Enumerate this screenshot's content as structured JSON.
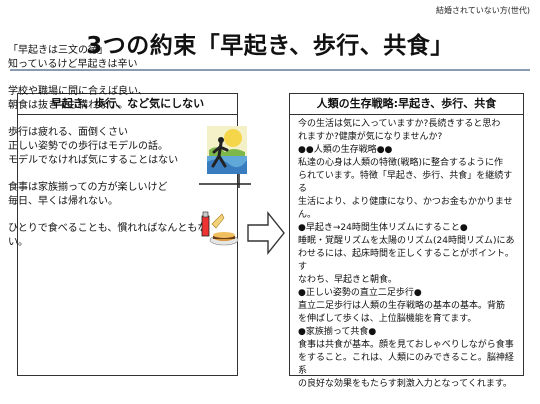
{
  "header_note": "結婚されていない方(世代)",
  "title": "3つの約束「早起き、歩行、共食」",
  "left": {
    "heading": "早起き、歩行、など気にしない",
    "lines": [
      "「早起きは三文の徳」",
      "知っているけど早起きは辛い",
      "",
      "学校や職場に間に合えば良い、",
      "朝食は抜きでも構わない。",
      "",
      "歩行は疲れる、面倒くさい",
      "正しい姿勢での歩行はモデルの話。",
      "モデルでなければ気にすることはない",
      "",
      "食事は家族揃っての方が楽しいけど",
      "毎日、早くは帰れない。",
      "",
      "ひとりで食べることも、慣れればなんともない。"
    ]
  },
  "right": {
    "heading": "人類の生存戦略:早起き、歩行、共食",
    "lines": [
      "今の生活は気に入っていますか?長続きすると思わ",
      "れますか?健康が気になりませんか?",
      "●●人類の生存戦略●●",
      "私達の心身は人類の特徴(戦略)に整合するように作",
      "られています。特徴「早起き、歩行、共食」を継続する",
      "生活により、より健康になり、かつお金もかかりません。",
      "●早起き→24時間生体リズムにすること●",
      "睡眠・覚醒リズムを太陽のリズム(24時間リズム)にあ",
      "わせるには、起床時間を正しくすることがポイント。す",
      "なわち、早起きと朝食。",
      "●正しい姿勢の直立二足歩行●",
      "直立二足歩行は人類の生存戦略の基本の基本。背筋",
      "を伸ばして歩くは、上位脳機能を育てます。",
      "●家族揃って共食●",
      "食事は共食が基本。顔を見ておしゃべりしながら食事",
      "をすること。これは、人類にのみできること。脳神経系",
      "の良好な効果をもたらす刺激入力となってくれます。"
    ]
  }
}
